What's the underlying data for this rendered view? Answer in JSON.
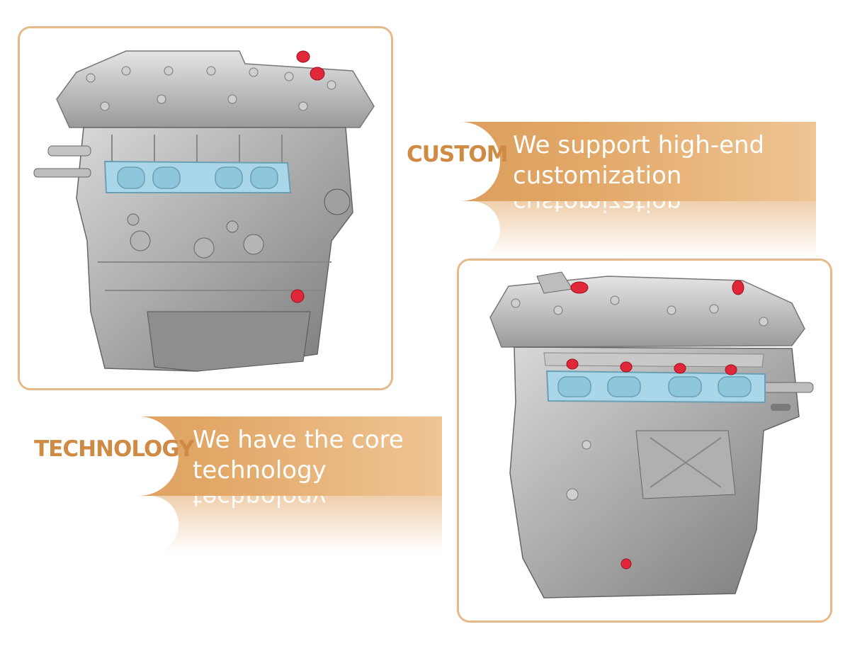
{
  "banners": {
    "custom": {
      "tag": "CUSTOM",
      "line1": "We support high-end",
      "line2": "customization"
    },
    "technology": {
      "tag": "TECHNOLOGY",
      "line1": "We have the core",
      "line2": "technology"
    }
  },
  "colors": {
    "frame_border": "#e6b98a",
    "banner_orange": "#e2a868",
    "tag_text": "#cf8a43",
    "gasket_blue": "#a9d6e8",
    "plug_red": "#e0283a"
  },
  "images": {
    "top": "engine-block-photo",
    "bottom": "engine-block-photo"
  }
}
